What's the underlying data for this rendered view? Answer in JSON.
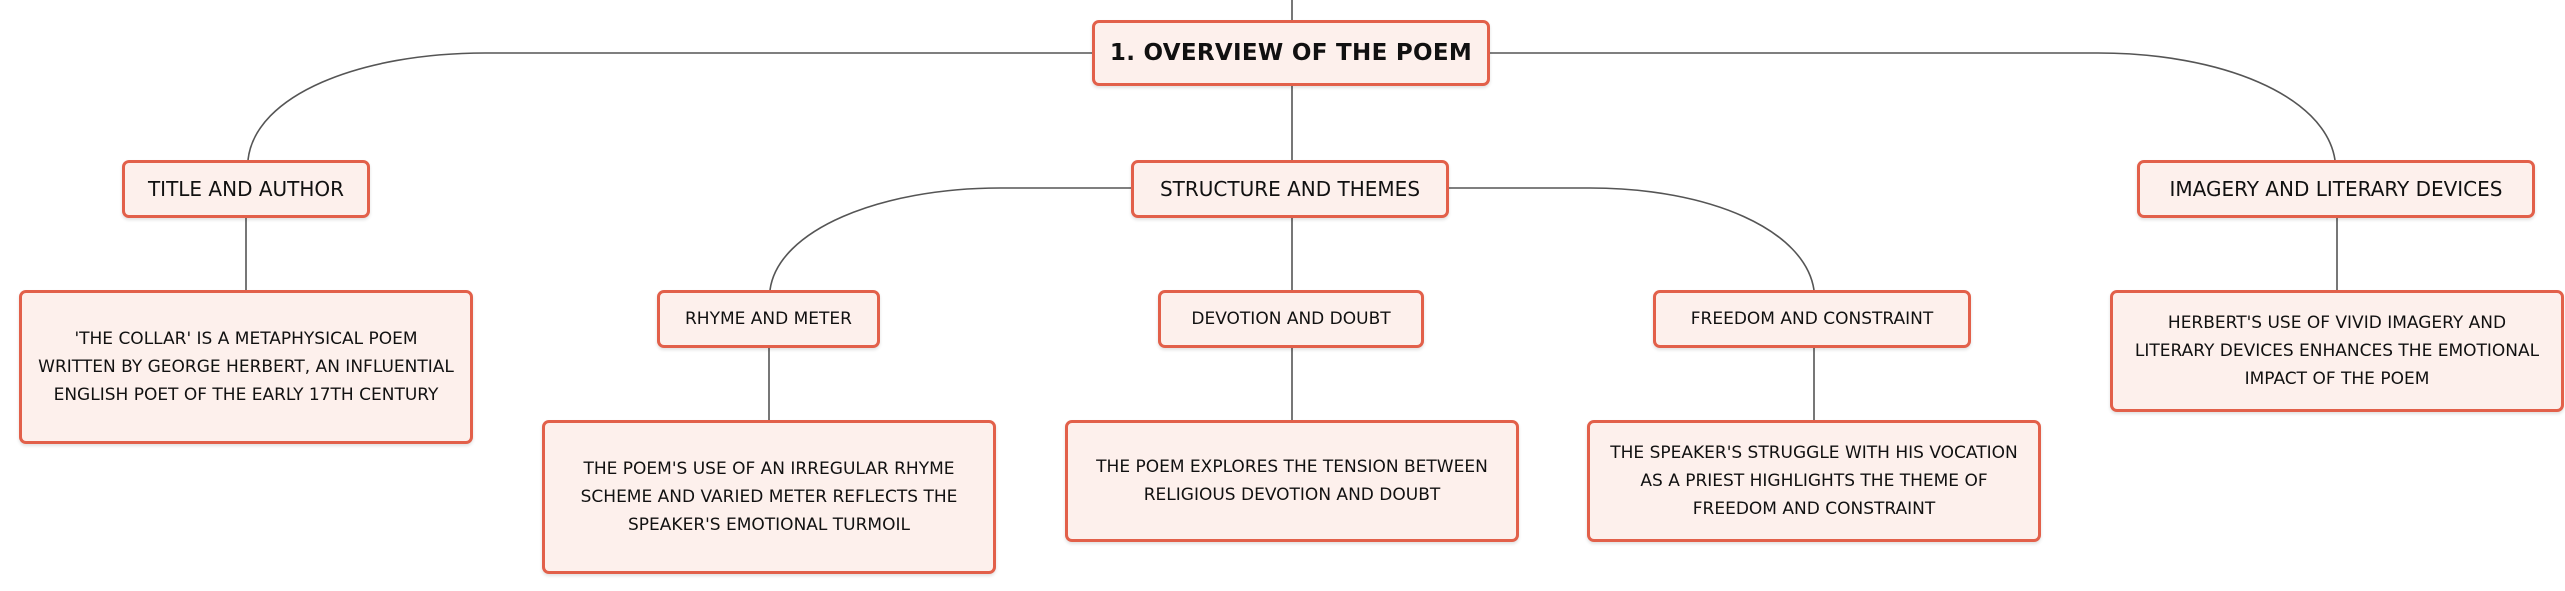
{
  "root": {
    "label": "1. OVERVIEW OF THE POEM"
  },
  "branches": {
    "title_author": {
      "label": "TITLE AND AUTHOR",
      "detail": "'THE COLLAR' IS A METAPHYSICAL POEM WRITTEN BY GEORGE HERBERT, AN INFLUENTIAL ENGLISH POET OF THE EARLY 17TH CENTURY"
    },
    "structure_themes": {
      "label": "STRUCTURE AND THEMES",
      "children": {
        "rhyme_meter": {
          "label": "RHYME AND METER",
          "detail": "THE POEM'S USE OF AN IRREGULAR RHYME SCHEME AND VARIED METER REFLECTS THE SPEAKER'S EMOTIONAL TURMOIL"
        },
        "devotion_doubt": {
          "label": "DEVOTION AND DOUBT",
          "detail": "THE POEM EXPLORES THE TENSION BETWEEN RELIGIOUS DEVOTION AND DOUBT"
        },
        "freedom_constraint": {
          "label": "FREEDOM AND CONSTRAINT",
          "detail": "THE SPEAKER'S STRUGGLE WITH HIS VOCATION AS A PRIEST HIGHLIGHTS THE THEME OF FREEDOM AND CONSTRAINT"
        }
      }
    },
    "imagery_devices": {
      "label": "IMAGERY AND LITERARY DEVICES",
      "detail": "HERBERT'S USE OF VIVID IMAGERY AND LITERARY DEVICES ENHANCES THE EMOTIONAL IMPACT OF THE POEM"
    }
  },
  "colors": {
    "node_fill": "#fdf0ec",
    "node_border": "#e2604a",
    "connector": "#555555",
    "text": "#111111"
  }
}
